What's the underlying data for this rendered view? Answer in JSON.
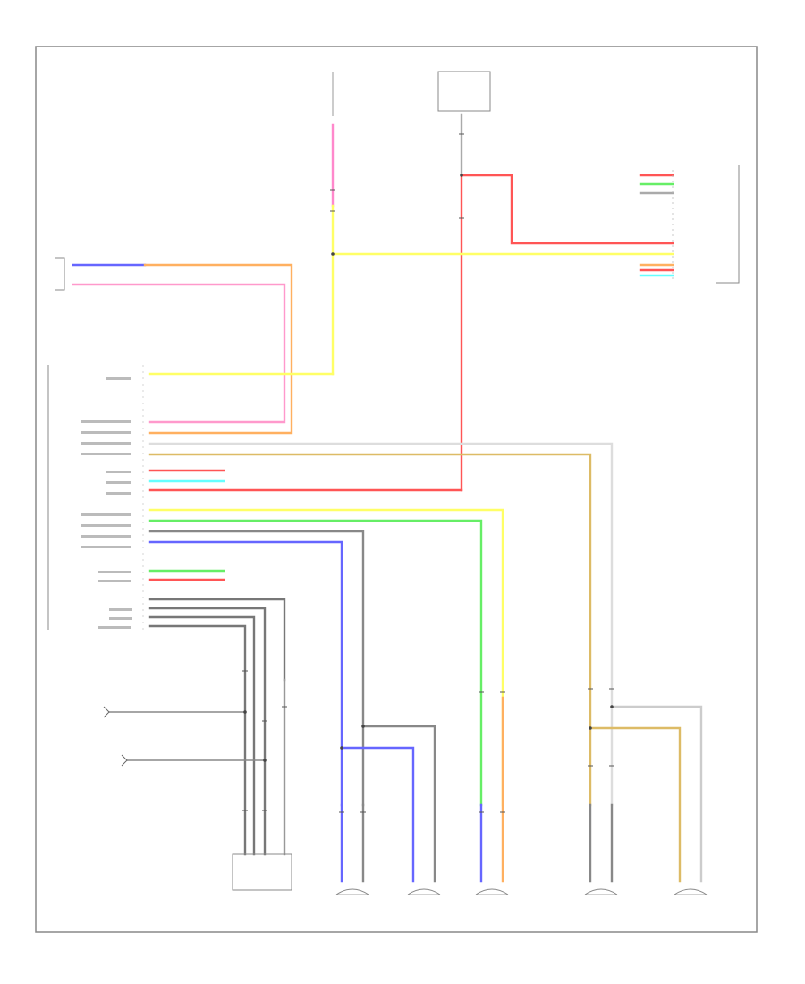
{
  "labels": {
    "top_left_block": "",
    "top_mid_block": "",
    "rear_speaker_conn": "",
    "audio_unit_title": "",
    "display_unit_title": "",
    "antenna_box_title": "",
    "antenna_name": "",
    "footer": ""
  },
  "colors": {
    "frame": "#888888",
    "yellow": "#ffff66",
    "red": "#ff5555",
    "pink": "#ff88cc",
    "orange": "#ffb060",
    "green": "#66ee66",
    "cyan": "#66ffff",
    "blue": "#6666ff",
    "gray": "#888888",
    "tan": "#ddbb66",
    "light_gray": "#cccccc"
  },
  "speakers": [
    {
      "id": "left-rear"
    },
    {
      "id": "left-front"
    },
    {
      "id": "left-door"
    },
    {
      "id": "right-rear"
    },
    {
      "id": "right-front"
    }
  ]
}
